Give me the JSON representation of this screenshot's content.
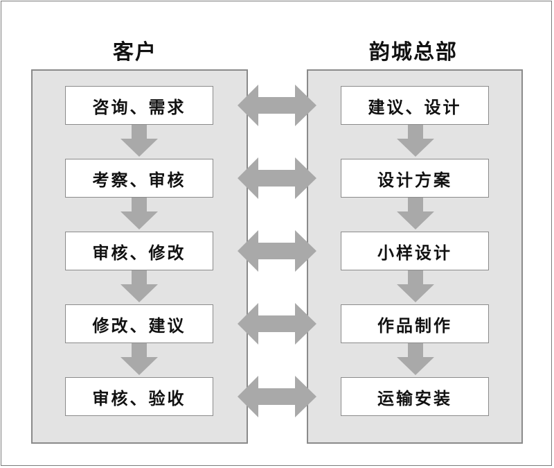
{
  "left": {
    "title": "客户",
    "steps": [
      "咨询、需求",
      "考察、审核",
      "审核、修改",
      "修改、建议",
      "审核、验收"
    ]
  },
  "right": {
    "title": "韵城总部",
    "steps": [
      "建议、设计",
      "设计方案",
      "小样设计",
      "作品制作",
      "运输安装"
    ]
  },
  "colors": {
    "panel": "#e3e3e3",
    "arrow": "#a9a9a9",
    "border": "#8a8a8a"
  }
}
